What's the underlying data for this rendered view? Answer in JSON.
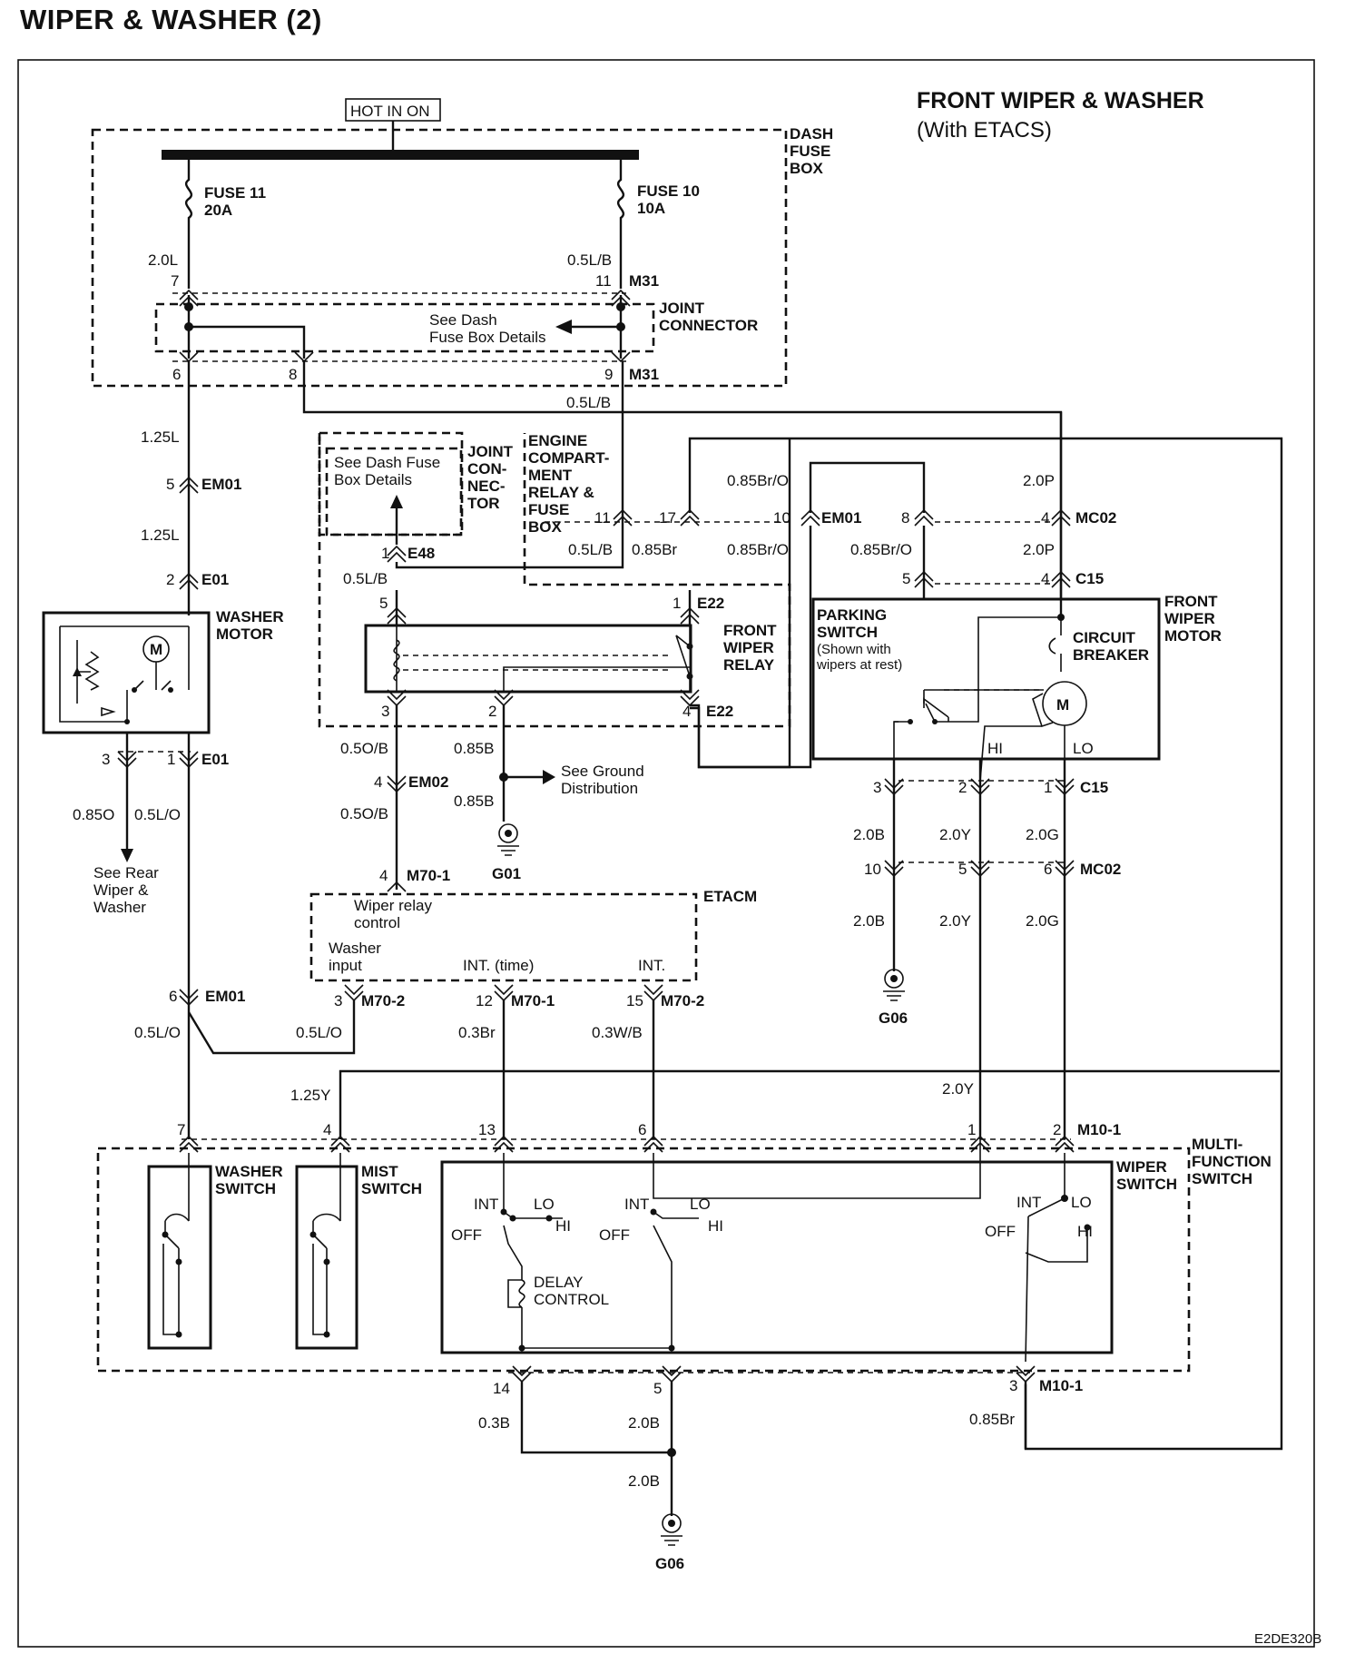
{
  "title": "WIPER & WASHER (2)",
  "heading": {
    "line1": "FRONT WIPER & WASHER",
    "line2": "(With ETACS)"
  },
  "footer_code": "E2DE320B",
  "power": "HOT IN ON",
  "dash_box": {
    "l1": "DASH",
    "l2": "FUSE",
    "l3": "BOX"
  },
  "fuse11": {
    "name": "FUSE 11",
    "rating": "20A"
  },
  "fuse10": {
    "name": "FUSE 10",
    "rating": "10A"
  },
  "joint_connector": {
    "l1": "JOINT",
    "l2": "CONNECTOR"
  },
  "see_dash_details": {
    "l1": "See Dash",
    "l2": "Fuse Box Details"
  },
  "see_dash_details2": {
    "l1": "See Dash Fuse",
    "l2": "Box Details"
  },
  "joint_connector2": {
    "l1": "JOINT",
    "l2": "CON-",
    "l3": "NEC-",
    "l4": "TOR"
  },
  "engine_box": {
    "l1": "ENGINE",
    "l2": "COMPART-",
    "l3": "MENT",
    "l4": "RELAY &",
    "l5": "FUSE",
    "l6": "BOX"
  },
  "front_wiper_relay": {
    "l1": "FRONT",
    "l2": "WIPER",
    "l3": "RELAY"
  },
  "washer_motor": {
    "l1": "WASHER",
    "l2": "MOTOR"
  },
  "front_wiper_motor": {
    "l1": "FRONT",
    "l2": "WIPER",
    "l3": "MOTOR"
  },
  "parking_switch": {
    "l1": "PARKING",
    "l2": "SWITCH",
    "l3": "(Shown with",
    "l4": "wipers at rest)"
  },
  "circuit_breaker": {
    "l1": "CIRCUIT",
    "l2": "BREAKER"
  },
  "motor_symbol": "M",
  "hi": "HI",
  "lo": "LO",
  "see_ground": {
    "l1": "See Ground",
    "l2": "Distribution"
  },
  "see_rear": {
    "l1": "See Rear",
    "l2": "Wiper &",
    "l3": "Washer"
  },
  "etacm": {
    "name": "ETACM",
    "wiper_relay": "Wiper relay",
    "control": "control",
    "washer": "Washer",
    "input": "input",
    "int_time": "INT. (time)",
    "int": "INT."
  },
  "multi_function": {
    "l1": "MULTI-",
    "l2": "FUNCTION",
    "l3": "SWITCH"
  },
  "washer_switch": {
    "l1": "WASHER",
    "l2": "SWITCH"
  },
  "mist_switch": {
    "l1": "MIST",
    "l2": "SWITCH"
  },
  "wiper_switch": {
    "l1": "WIPER",
    "l2": "SWITCH"
  },
  "switch_positions": {
    "int": "INT",
    "lo": "LO",
    "hi": "HI",
    "off": "OFF"
  },
  "delay_control": {
    "l1": "DELAY",
    "l2": "CONTROL"
  },
  "grounds": {
    "g01": "G01",
    "g06": "G06"
  },
  "connectors": {
    "m31": "M31",
    "em01": "EM01",
    "e01": "E01",
    "e48": "E48",
    "e22": "E22",
    "em02": "EM02",
    "m70_1": "M70-1",
    "m70_2": "M70-2",
    "mc02": "MC02",
    "c15": "C15",
    "m10_1": "M10-1"
  },
  "pins": {
    "p7": "7",
    "p11": "11",
    "p6": "6",
    "p8": "8",
    "p9": "9",
    "p5": "5",
    "p2": "2",
    "p1": "1",
    "p3": "3",
    "p4": "4",
    "p17": "17",
    "p10": "10",
    "p12": "12",
    "p13": "13",
    "p14": "14",
    "p15": "15"
  },
  "wires": {
    "w20L": "2.0L",
    "w05LB": "0.5L/B",
    "w125L": "1.25L",
    "w05LO": "0.5L/O",
    "w085O": "0.85O",
    "w085Br": "0.85Br",
    "w085BrO": "0.85Br/O",
    "w20P": "2.0P",
    "w05OB": "0.5O/B",
    "w085B": "0.85B",
    "w20B": "2.0B",
    "w20Y": "2.0Y",
    "w20G": "2.0G",
    "w03Br": "0.3Br",
    "w03WB": "0.3W/B",
    "w125Y": "1.25Y",
    "w03B": "0.3B"
  },
  "colors": {
    "line": "#111111",
    "background": "#ffffff"
  }
}
